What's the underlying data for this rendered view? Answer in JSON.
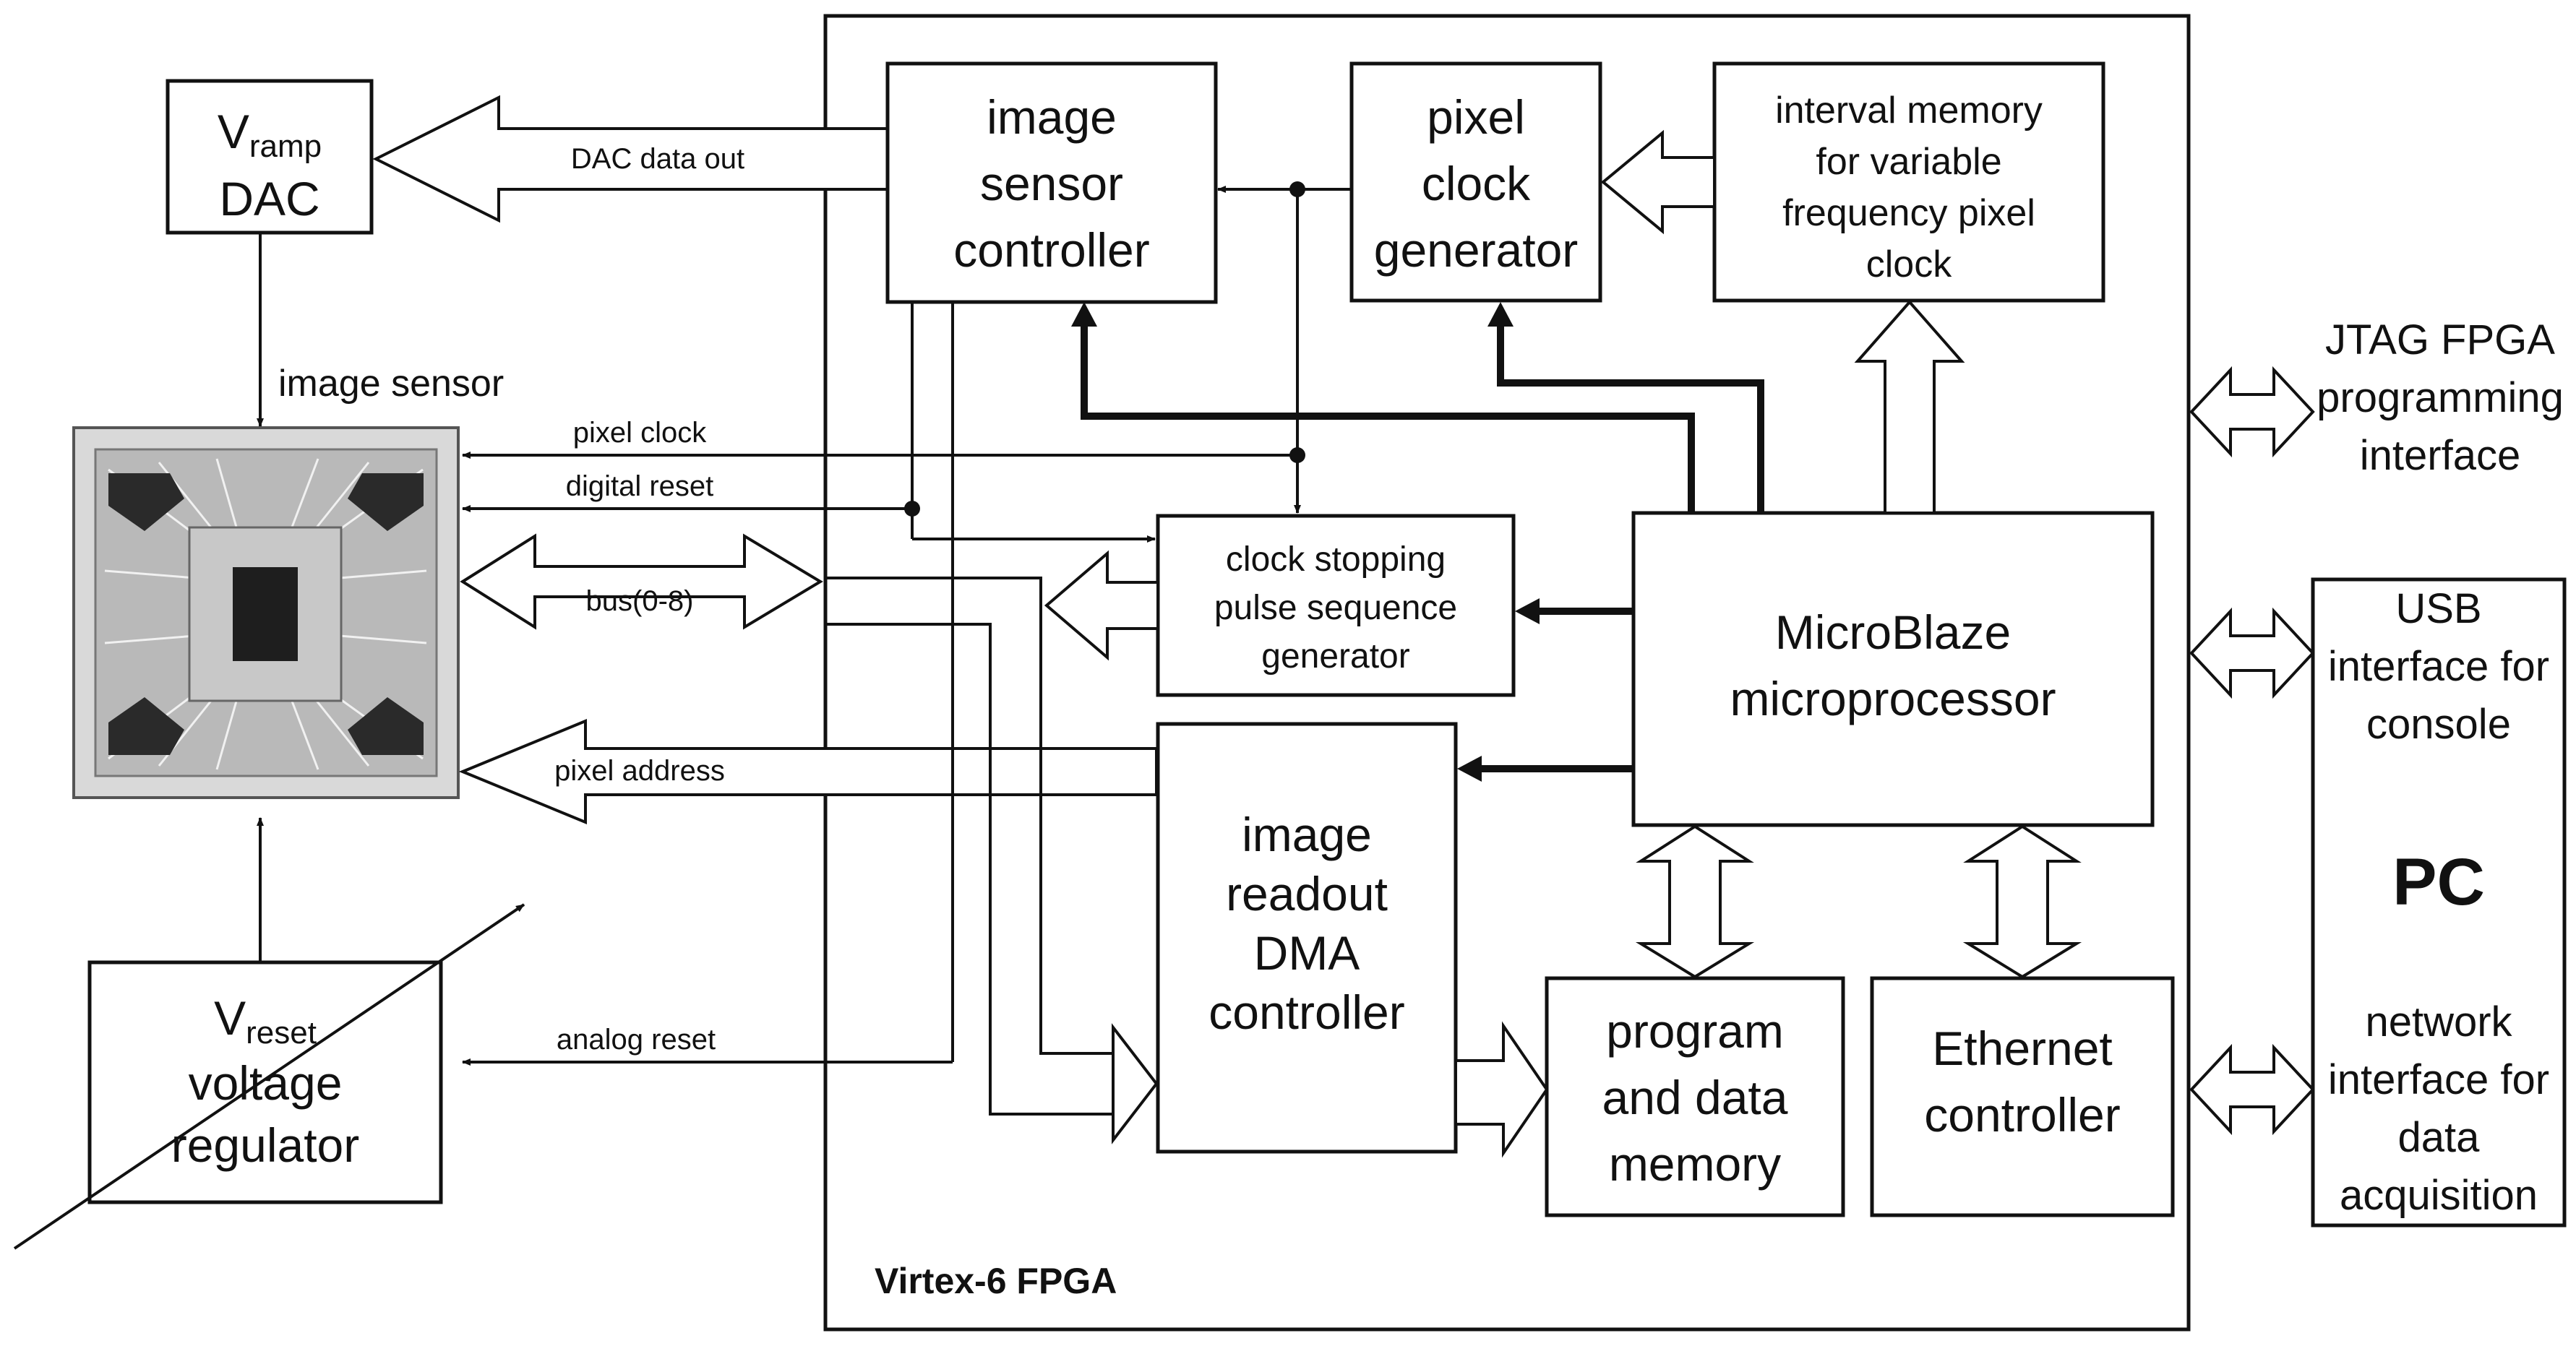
{
  "fpga_label": "Virtex-6 FPGA",
  "blocks": {
    "vramp_dac": {
      "v": "V",
      "sub": "ramp",
      "line2": "DAC"
    },
    "vreset_reg": {
      "v": "V",
      "sub": "reset",
      "line2": "voltage",
      "line3": "regulator"
    },
    "image_sensor_label": "image sensor",
    "isc": [
      "image",
      "sensor",
      "controller"
    ],
    "pcg": [
      "pixel",
      "clock",
      "generator"
    ],
    "imem": [
      "interval memory",
      "for variable",
      "frequency pixel",
      "clock"
    ],
    "csp": [
      "clock stopping",
      "pulse  sequence",
      "generator"
    ],
    "mb": [
      "MicroBlaze",
      "microprocessor"
    ],
    "dma": [
      "image",
      "readout",
      "DMA",
      "controller"
    ],
    "pdm": [
      "program",
      "and data",
      "memory"
    ],
    "eth": [
      "Ethernet",
      "controller"
    ],
    "pc_title": "PC",
    "pc_usb": [
      "USB",
      "interface for",
      "console"
    ],
    "pc_net": [
      "network",
      "interface for",
      "data",
      "acquisition"
    ],
    "jtag": [
      "JTAG FPGA",
      "programming",
      "interface"
    ]
  },
  "signals": {
    "dac_data_out": "DAC data out",
    "pixel_clock": "pixel clock",
    "digital_reset": "digital reset",
    "bus": "bus(0-8)",
    "pixel_address": "pixel address",
    "analog_reset": "analog reset"
  }
}
